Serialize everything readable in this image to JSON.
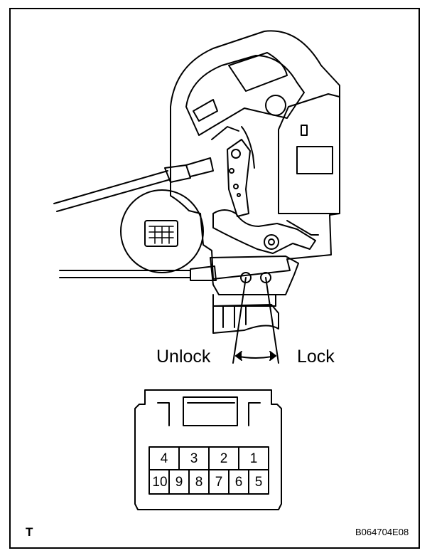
{
  "labels": {
    "unlock": "Unlock",
    "lock": "Lock",
    "corner_mark": "T",
    "figure_code": "B064704E08"
  },
  "connector": {
    "top_row": [
      "4",
      "3",
      "2",
      "1"
    ],
    "bottom_row": [
      "10",
      "9",
      "8",
      "7",
      "6",
      "5"
    ]
  }
}
